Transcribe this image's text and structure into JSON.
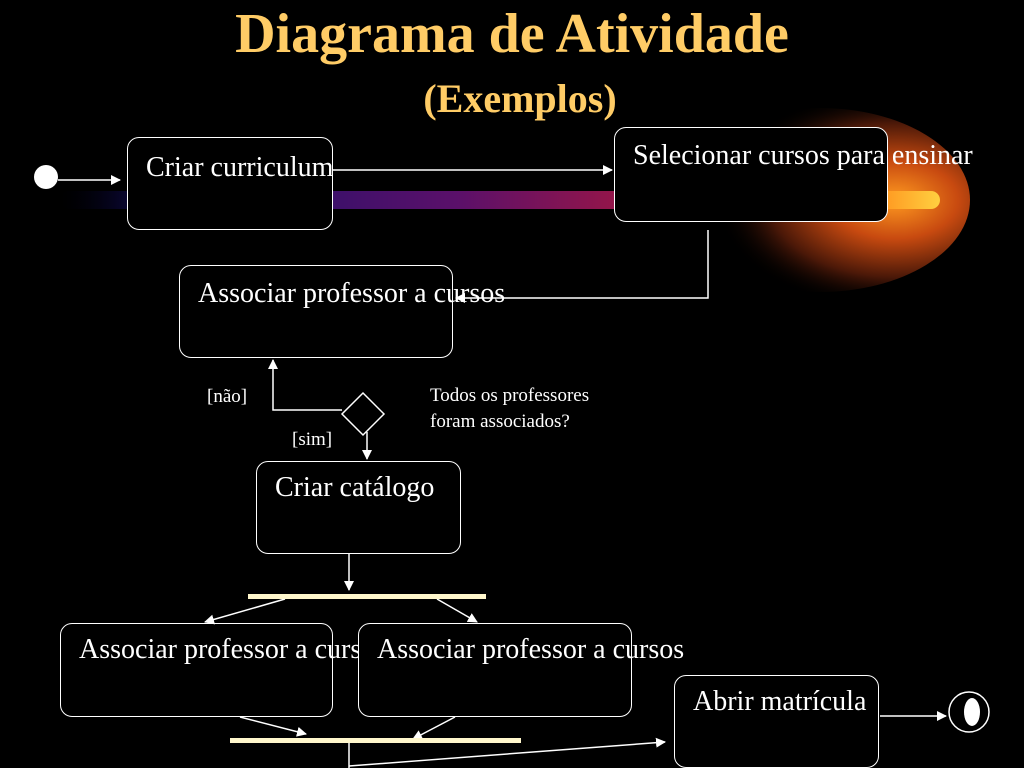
{
  "slide": {
    "title": "Diagrama de Atividade",
    "subtitle": "(Exemplos)"
  },
  "nodes": {
    "criar_curriculum": "Criar\ncurriculum",
    "selecionar_cursos": "Selecionar cursos\npara ensinar",
    "associar_professor_1": "Associar professor\na cursos",
    "criar_catalogo": "Criar\ncatálogo",
    "associar_professor_2": "Associar professor\na cursos",
    "associar_professor_3": "Associar professor\na cursos",
    "abrir_matricula": "Abrir\nmatrícula"
  },
  "guards": {
    "nao": "[não]",
    "sim": "[sim]"
  },
  "decision_note": "Todos os professores\nforam associados?",
  "colors": {
    "title": "#ffcc66",
    "bar": "#fff7cc",
    "line": "#ffffff",
    "background": "#000000"
  }
}
